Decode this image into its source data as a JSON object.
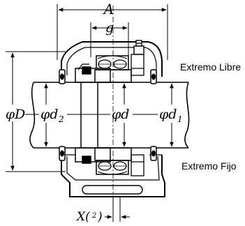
{
  "diagram": {
    "labels": {
      "dim_A": "A",
      "dim_g": "g",
      "dim_D": "φD",
      "dim_d2": "φd",
      "dim_d2_sub": "2",
      "dim_d": "φd",
      "dim_d1": "φd",
      "dim_d1_sub": "1",
      "dim_X": "X(",
      "dim_X_sup": "2",
      "dim_X_close": ")",
      "free_end": "Extremo Libre",
      "fixed_end": "Extremo Fijo"
    }
  }
}
